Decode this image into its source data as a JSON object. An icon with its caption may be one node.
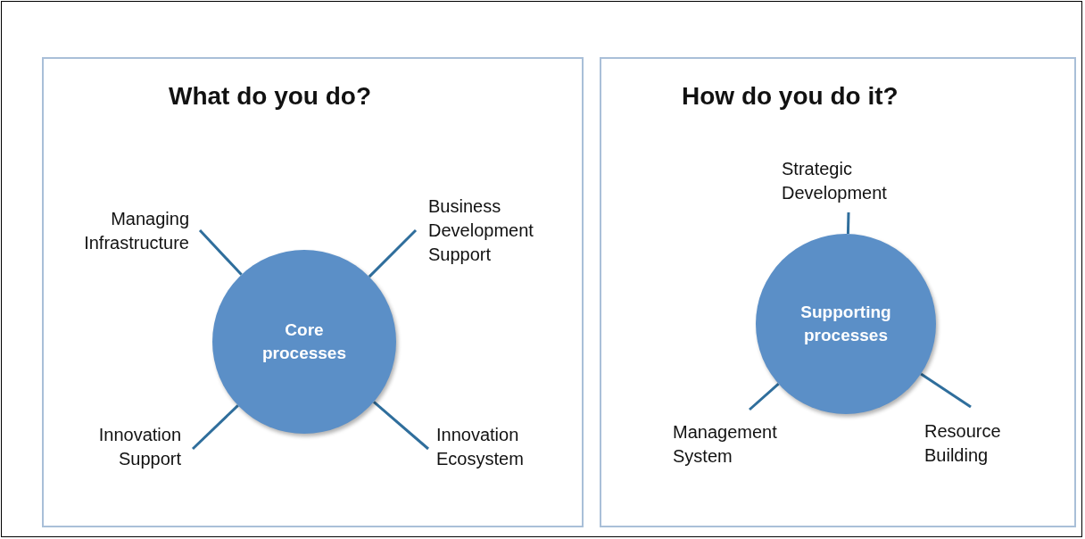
{
  "diagram": {
    "nodes": [
      {
        "text": [
          "What do you do?"
        ]
      },
      {
        "text": [
          "Core processes"
        ],
        "in": 0
      },
      {
        "text": [
          "Managing Infrastructure"
        ],
        "in": 0
      },
      {
        "text": [
          "Business Development Support"
        ],
        "in": 0
      },
      {
        "text": [
          "Innovation Support"
        ],
        "in": 0
      },
      {
        "text": [
          "Innovation Ecosystem"
        ],
        "in": 0
      },
      {
        "text": [
          "How do you do it?"
        ]
      },
      {
        "text": [
          "Supporting processes"
        ],
        "in": 6
      },
      {
        "text": [
          "Strategic Development"
        ],
        "in": 6
      },
      {
        "text": [
          "Management System"
        ],
        "in": 6
      },
      {
        "text": [
          "Resource Building"
        ],
        "in": 6
      }
    ],
    "edges": [
      {
        "from": 2,
        "to": 1,
        "arrow": "none"
      },
      {
        "from": 3,
        "to": 1,
        "arrow": "none"
      },
      {
        "from": 4,
        "to": 1,
        "arrow": "none"
      },
      {
        "from": 5,
        "to": 1,
        "arrow": "none"
      },
      {
        "from": 8,
        "to": 7,
        "arrow": "none"
      },
      {
        "from": 9,
        "to": 7,
        "arrow": "none"
      },
      {
        "from": 10,
        "to": 7,
        "arrow": "none"
      }
    ]
  }
}
